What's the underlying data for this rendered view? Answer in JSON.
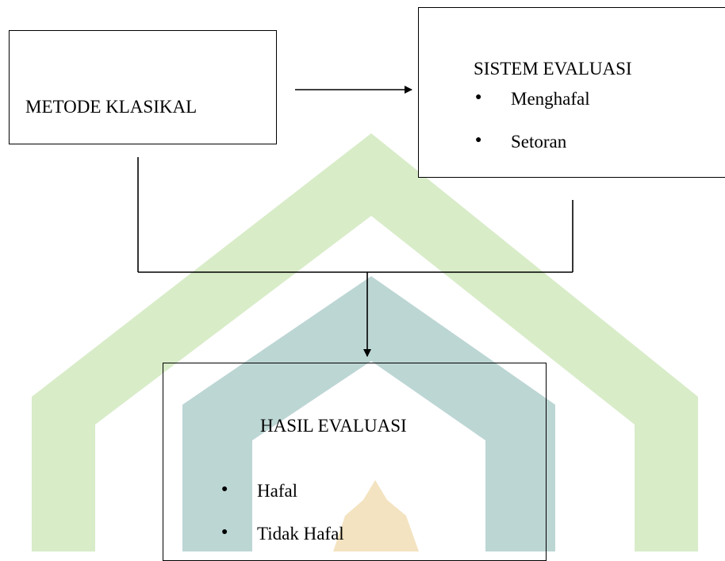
{
  "diagram": {
    "box_metode": {
      "label": "METODE KLASIKAL"
    },
    "box_sistem": {
      "title": "SISTEM EVALUASI",
      "items": [
        "Menghafal",
        "Setoran"
      ]
    },
    "box_hasil": {
      "title": "HASIL EVALUASI",
      "items": [
        "Hafal",
        "Tidak Hafal"
      ]
    },
    "bullet_glyph": "●"
  },
  "colors": {
    "watermark_green": "#d8ecc8",
    "watermark_teal": "#bcd6d4",
    "watermark_gold": "#f3e3c0",
    "line": "#000000"
  }
}
